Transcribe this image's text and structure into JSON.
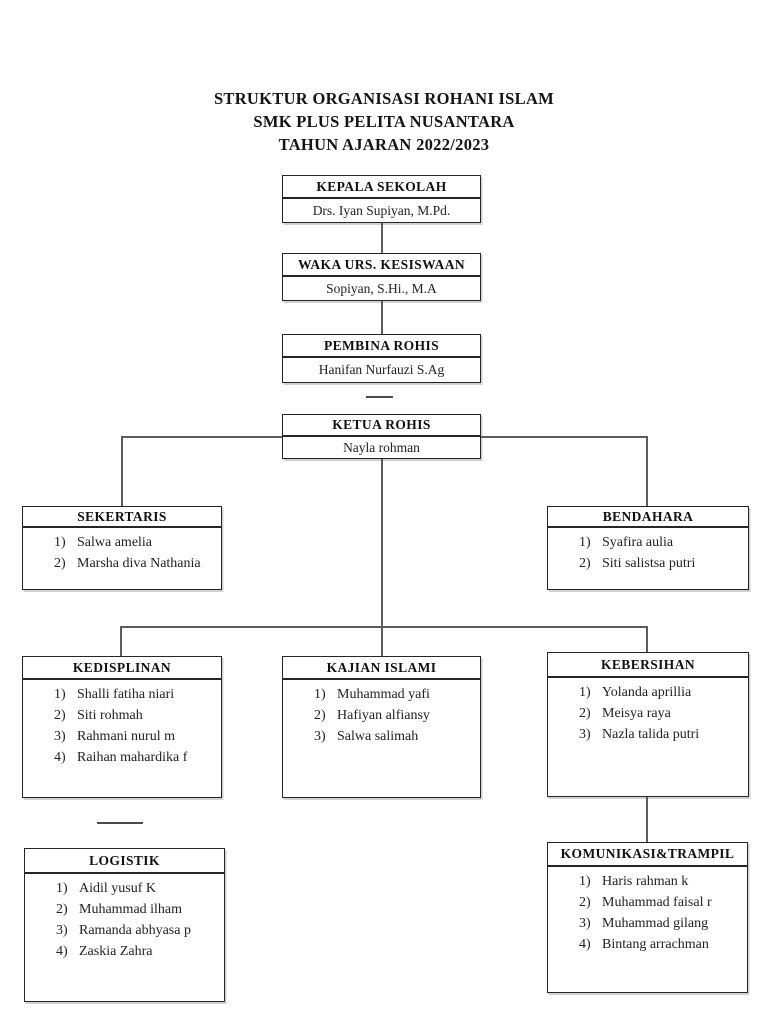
{
  "title": {
    "line1": "STRUKTUR ORGANISASI ROHANI ISLAM",
    "line2": "SMK PLUS PELITA NUSANTARA",
    "line3": "TAHUN AJARAN 2022/2023"
  },
  "org": {
    "kepala_sekolah": {
      "title": "KEPALA SEKOLAH",
      "name": "Drs. Iyan Supiyan, M.Pd."
    },
    "waka_kesiswaan": {
      "title": "WAKA URS. KESISWAAN",
      "name": "Sopiyan, S.Hi., M.A"
    },
    "pembina_rohis": {
      "title": "PEMBINA ROHIS",
      "name": "Hanifan Nurfauzi S.Ag"
    },
    "ketua_rohis": {
      "title": "KETUA ROHIS",
      "name": "Nayla rohman"
    },
    "sekertaris": {
      "title": "SEKERTARIS",
      "members": [
        "Salwa amelia",
        "Marsha diva Nathania"
      ]
    },
    "bendahara": {
      "title": "BENDAHARA",
      "members": [
        "Syafira aulia",
        "Siti salistsa putri"
      ]
    },
    "kedisplinan": {
      "title": "KEDISPLINAN",
      "members": [
        "Shalli fatiha niari",
        "Siti rohmah",
        "Rahmani nurul m",
        "Raihan mahardika f"
      ]
    },
    "kajian_islami": {
      "title": "KAJIAN ISLAMI",
      "members": [
        "Muhammad yafi",
        "Hafiyan alfiansy",
        "Salwa salimah"
      ]
    },
    "kebersihan": {
      "title": "KEBERSIHAN",
      "members": [
        "Yolanda aprillia",
        "Meisya raya",
        "Nazla talida putri"
      ]
    },
    "logistik": {
      "title": "LOGISTIK",
      "members": [
        "Aidil yusuf K",
        "Muhammad ilham",
        "Ramanda abhyasa p",
        "Zaskia Zahra"
      ]
    },
    "komunikasi_trampil": {
      "title": "KOMUNIKASI&TRAMPIL",
      "members": [
        "Haris rahman k",
        "Muhammad faisal r",
        "Muhammad gilang",
        "Bintang arrachman"
      ]
    }
  },
  "list_number_suffix": ")"
}
